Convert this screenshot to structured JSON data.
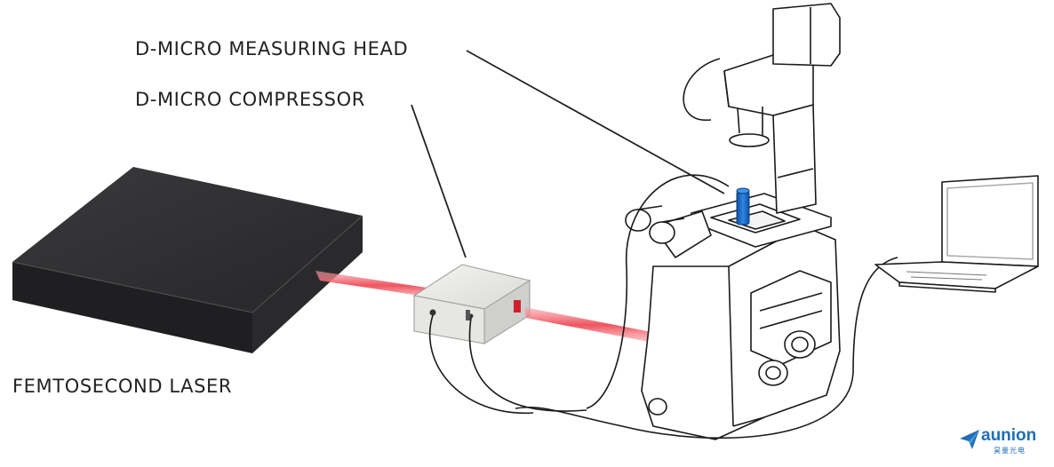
{
  "labels": {
    "measuring_head": "D-MICRO MEASURING HEAD",
    "compressor": "D-MICRO COMPRESSOR",
    "laser": "FEMTOSECOND LASER"
  },
  "logo": {
    "brand": "aunion",
    "subtitle": "昊量光电",
    "color": "#1f6fb6"
  },
  "colors": {
    "laser_beam": "#f0606a",
    "laser_box": "#2e2e30",
    "objective": "#1d6fd0",
    "outline": "#1a1a1a"
  }
}
